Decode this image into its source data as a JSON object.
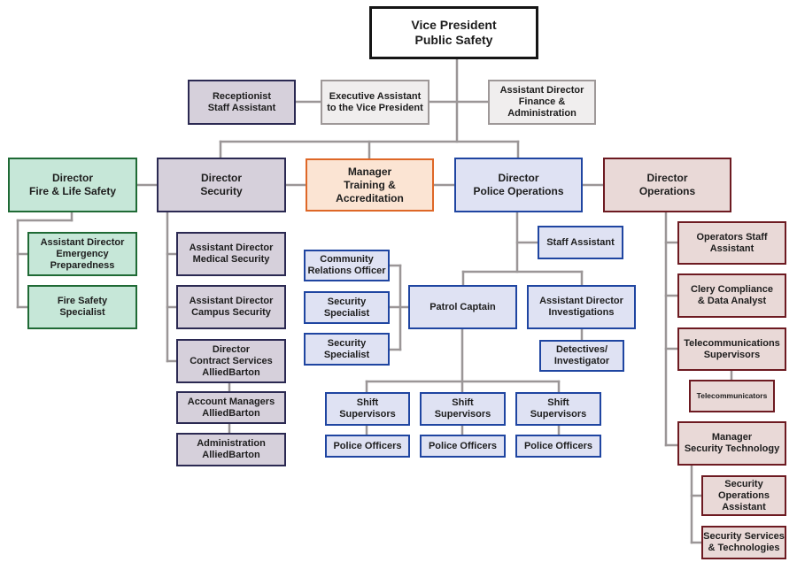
{
  "colors": {
    "connector": "#9b9697",
    "executive": "#151515",
    "office_support": "#9e9898",
    "security": "#2b2952",
    "fire_life_safety": "#1f6a35",
    "training": "#de6727",
    "police_operations": "#1f45a1",
    "operations": "#6d1a21"
  },
  "nodes": {
    "vp": {
      "lines": [
        "Vice President",
        "Public Safety"
      ]
    },
    "receptionist": {
      "lines": [
        "Receptionist",
        "Staff Assistant"
      ]
    },
    "exec_assistant": {
      "lines": [
        "Executive Assistant",
        "to the Vice President"
      ]
    },
    "ad_finance": {
      "lines": [
        "Assistant Director",
        "Finance &",
        "Administration"
      ]
    },
    "dir_fire": {
      "lines": [
        "Director",
        "Fire & Life Safety"
      ]
    },
    "dir_security": {
      "lines": [
        "Director",
        "Security"
      ]
    },
    "mgr_training": {
      "lines": [
        "Manager",
        "Training &",
        "Accreditation"
      ]
    },
    "dir_police": {
      "lines": [
        "Director",
        "Police Operations"
      ]
    },
    "dir_operations": {
      "lines": [
        "Director",
        "Operations"
      ]
    },
    "ad_emergency": {
      "lines": [
        "Assistant Director",
        "Emergency",
        "Preparedness"
      ]
    },
    "fire_specialist": {
      "lines": [
        "Fire Safety",
        "Specialist"
      ]
    },
    "ad_medical": {
      "lines": [
        "Assistant Director",
        "Medical Security"
      ]
    },
    "ad_campus": {
      "lines": [
        "Assistant Director",
        "Campus Security"
      ]
    },
    "dir_contract": {
      "lines": [
        "Director",
        "Contract Services",
        "AlliedBarton"
      ]
    },
    "account_managers": {
      "lines": [
        "Account Managers",
        "AlliedBarton"
      ]
    },
    "administration": {
      "lines": [
        "Administration",
        "AlliedBarton"
      ]
    },
    "staff_assistant": {
      "lines": [
        "Staff Assistant"
      ]
    },
    "community_relations": {
      "lines": [
        "Community",
        "Relations Officer"
      ]
    },
    "security_specialist_1": {
      "lines": [
        "Security",
        "Specialist"
      ]
    },
    "security_specialist_2": {
      "lines": [
        "Security",
        "Specialist"
      ]
    },
    "patrol_captain": {
      "lines": [
        "Patrol Captain"
      ]
    },
    "ad_investigations": {
      "lines": [
        "Assistant Director",
        "Investigations"
      ]
    },
    "detectives": {
      "lines": [
        "Detectives/",
        "Investigator"
      ]
    },
    "shift_1": {
      "lines": [
        "Shift",
        "Supervisors"
      ]
    },
    "shift_2": {
      "lines": [
        "Shift",
        "Supervisors"
      ]
    },
    "shift_3": {
      "lines": [
        "Shift",
        "Supervisors"
      ]
    },
    "police_officers_1": {
      "lines": [
        "Police Officers"
      ]
    },
    "police_officers_2": {
      "lines": [
        "Police Officers"
      ]
    },
    "police_officers_3": {
      "lines": [
        "Police Officers"
      ]
    },
    "operators_staff": {
      "lines": [
        "Operators Staff",
        "Assistant"
      ]
    },
    "clery": {
      "lines": [
        "Clery Compliance",
        "& Data Analyst"
      ]
    },
    "telecom_supervisors": {
      "lines": [
        "Telecommunications",
        "Supervisors"
      ]
    },
    "telecommunicators": {
      "lines": [
        "Telecommunicators"
      ]
    },
    "mgr_security_tech": {
      "lines": [
        "Manager",
        "Security Technology"
      ]
    },
    "sec_ops_assistant": {
      "lines": [
        "Security",
        "Operations",
        "Assistant"
      ]
    },
    "sec_services": {
      "lines": [
        "Security Services",
        "& Technologies"
      ]
    }
  }
}
